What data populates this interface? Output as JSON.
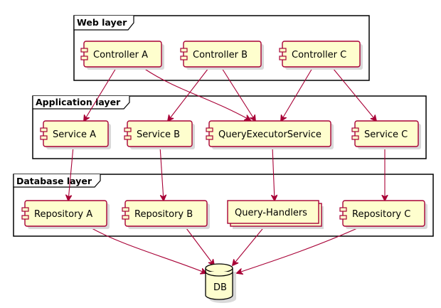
{
  "packages": {
    "web": {
      "label": "Web layer"
    },
    "application": {
      "label": "Application layer"
    },
    "database": {
      "label": "Database layer"
    }
  },
  "components": {
    "controller_a": "Controller A",
    "controller_b": "Controller B",
    "controller_c": "Controller C",
    "service_a": "Service A",
    "service_b": "Service B",
    "query_executor_service": "QueryExecutorService",
    "service_c": "Service C",
    "repository_a": "Repository A",
    "repository_b": "Repository B",
    "query_handlers": "Query-Handlers",
    "repository_c": "Repository C",
    "db": "DB"
  },
  "dependencies": [
    [
      "controller_a",
      "service_a"
    ],
    [
      "controller_a",
      "query_executor_service"
    ],
    [
      "controller_b",
      "service_b"
    ],
    [
      "controller_b",
      "query_executor_service"
    ],
    [
      "controller_c",
      "query_executor_service"
    ],
    [
      "controller_c",
      "service_c"
    ],
    [
      "service_a",
      "repository_a"
    ],
    [
      "service_b",
      "repository_b"
    ],
    [
      "query_executor_service",
      "query_handlers"
    ],
    [
      "service_c",
      "repository_c"
    ],
    [
      "repository_a",
      "db"
    ],
    [
      "repository_b",
      "db"
    ],
    [
      "query_handlers",
      "db"
    ],
    [
      "repository_c",
      "db"
    ]
  ],
  "colors": {
    "node_fill": "#fefece",
    "node_border": "#a80036",
    "edge": "#a80036",
    "frame": "#000000"
  }
}
